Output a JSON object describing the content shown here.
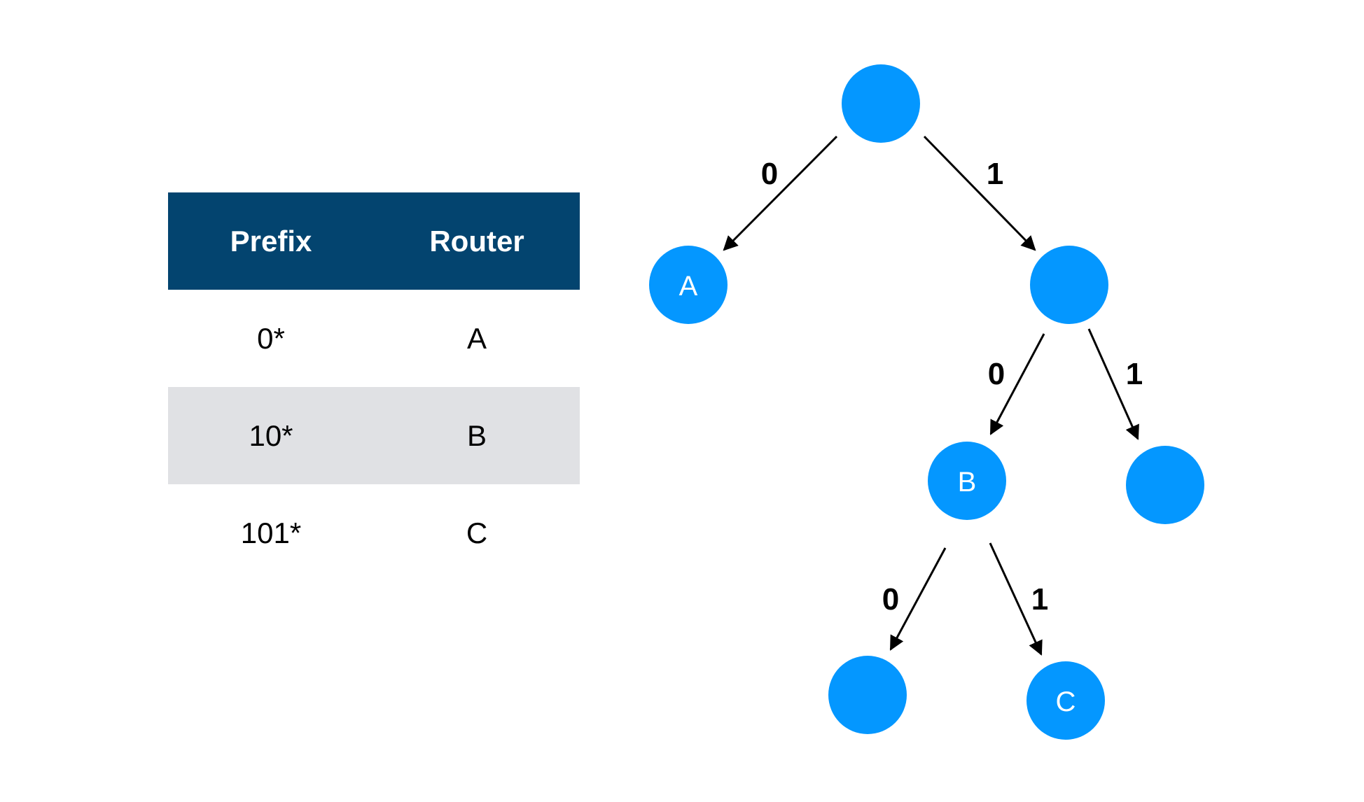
{
  "table": {
    "headers": {
      "prefix": "Prefix",
      "router": "Router"
    },
    "rows": [
      {
        "prefix": "0*",
        "router": "A"
      },
      {
        "prefix": "10*",
        "router": "B"
      },
      {
        "prefix": "101*",
        "router": "C"
      }
    ]
  },
  "trie": {
    "node_color": "#0497ff",
    "nodes": [
      {
        "id": "root",
        "label": ""
      },
      {
        "id": "n0",
        "label": "A"
      },
      {
        "id": "n1",
        "label": ""
      },
      {
        "id": "n10",
        "label": "B"
      },
      {
        "id": "n11",
        "label": ""
      },
      {
        "id": "n100",
        "label": ""
      },
      {
        "id": "n101",
        "label": "C"
      }
    ],
    "edges": [
      {
        "from": "root",
        "to": "n0",
        "label": "0"
      },
      {
        "from": "root",
        "to": "n1",
        "label": "1"
      },
      {
        "from": "n1",
        "to": "n10",
        "label": "0"
      },
      {
        "from": "n1",
        "to": "n11",
        "label": "1"
      },
      {
        "from": "n10",
        "to": "n100",
        "label": "0"
      },
      {
        "from": "n10",
        "to": "n101",
        "label": "1"
      }
    ]
  },
  "colors": {
    "table_header_bg": "#03446f",
    "table_header_text": "#ffffff",
    "table_shaded_row": "#e0e1e4",
    "node_fill": "#0497ff",
    "edge": "#000000"
  }
}
